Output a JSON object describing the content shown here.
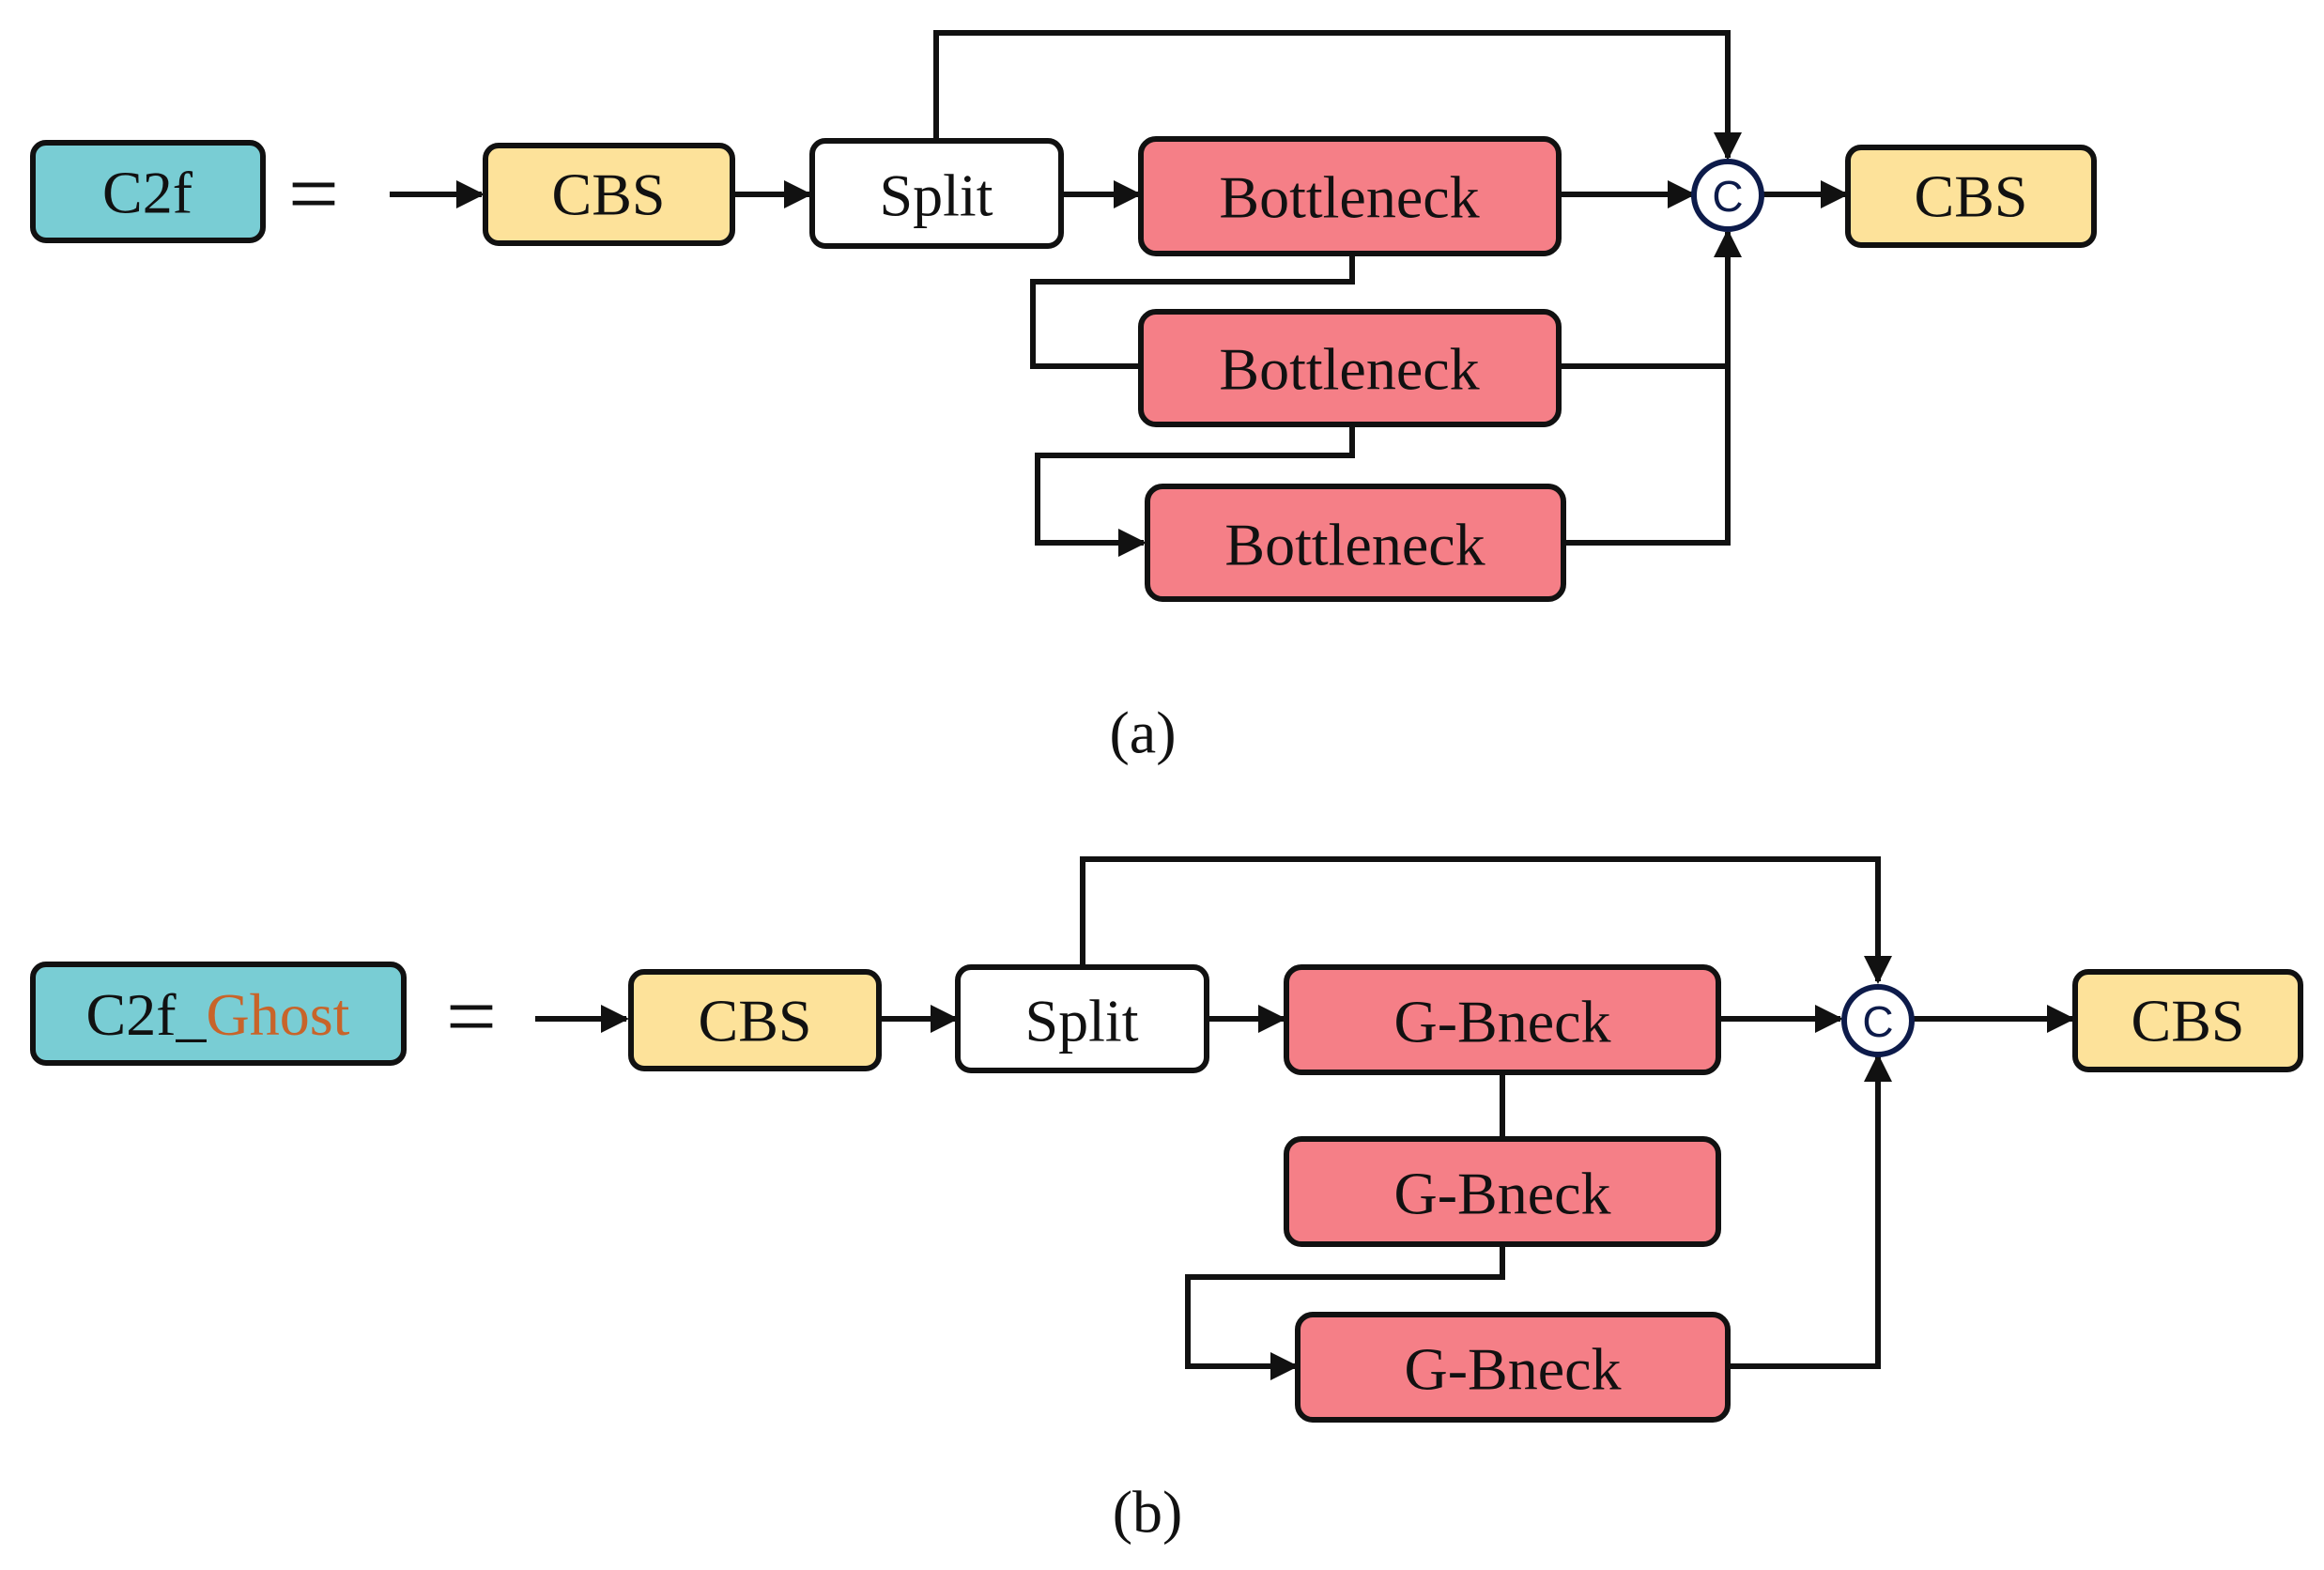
{
  "colors": {
    "teal": "#79cdd4",
    "yellow": "#fde29a",
    "pink": "#f57f87",
    "white": "#ffffff",
    "ghost_text": "#c8642a",
    "concat_ring": "#0d1b4a"
  },
  "equals_sign": "=",
  "concat_symbol": "C",
  "panel_a": {
    "module_label": "C2f",
    "cbs_in": "CBS",
    "split": "Split",
    "bottleneck_1": "Bottleneck",
    "bottleneck_2": "Bottleneck",
    "bottleneck_3": "Bottleneck",
    "cbs_out": "CBS",
    "caption": "(a)"
  },
  "panel_b": {
    "module_label_prefix": "C2f_",
    "module_label_suffix": "Ghost",
    "cbs_in": "CBS",
    "split": "Split",
    "gbneck_1": "G-Bneck",
    "gbneck_2": "G-Bneck",
    "gbneck_3": "G-Bneck",
    "cbs_out": "CBS",
    "caption": "(b)"
  }
}
